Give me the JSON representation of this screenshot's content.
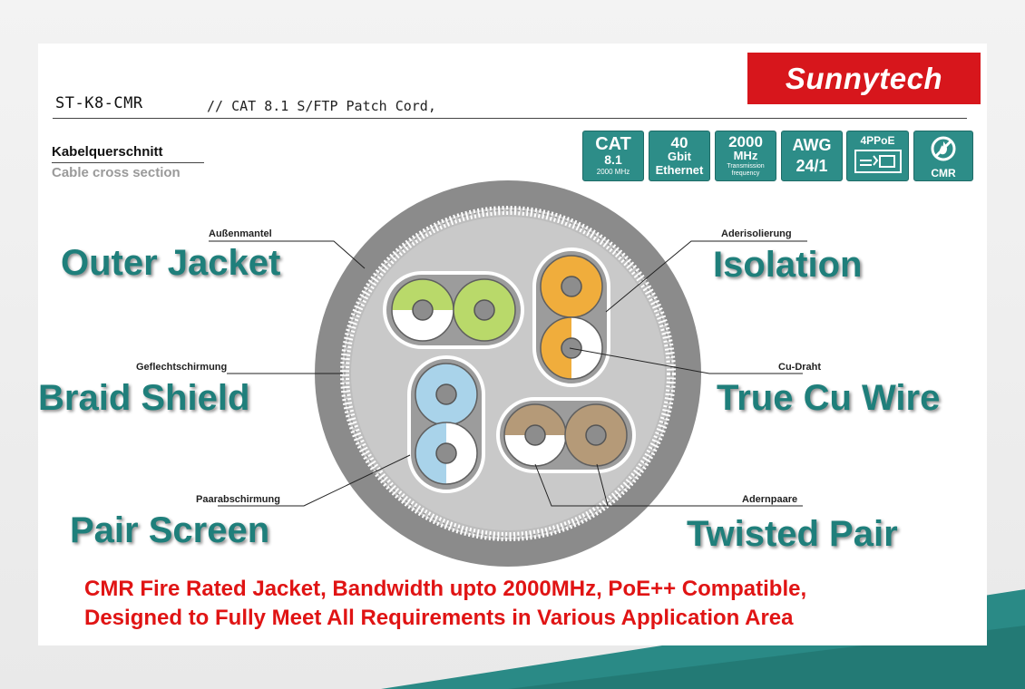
{
  "header": {
    "model": "ST-K8-CMR",
    "description": "//  CAT 8.1 S/FTP Patch Cord,",
    "logo": "Sunnytech"
  },
  "section": {
    "title_de": "Kabelquerschnitt",
    "title_en": "Cable cross section"
  },
  "badges": [
    {
      "line1": "CAT",
      "line2": "8.1",
      "line3": "2000 MHz"
    },
    {
      "line1": "40",
      "line2": "Gbit",
      "line3": "Ethernet"
    },
    {
      "line1": "2000",
      "line2": "MHz",
      "line3": "Transmission frequency"
    },
    {
      "line1": "AWG",
      "line2": "24/1"
    },
    {
      "line1": "4PPoE",
      "icon": "poe-connector-icon"
    },
    {
      "line1": "CMR",
      "icon": "no-fire-icon"
    }
  ],
  "labels": {
    "outer_jacket_de": "Außenmantel",
    "outer_jacket_en": "Outer Jacket",
    "isolation_de": "Aderisolierung",
    "isolation_en": "Isolation",
    "braid_de": "Geflechtschirmung",
    "braid_en": "Braid Shield",
    "cu_de": "Cu-Draht",
    "cu_en": "True Cu Wire",
    "pair_screen_de": "Paarabschirmung",
    "pair_screen_en": "Pair Screen",
    "twisted_de": "Adernpaare",
    "twisted_en": "Twisted Pair"
  },
  "footer": {
    "line1": "CMR Fire Rated Jacket, Bandwidth upto 2000MHz, PoE++ Compatible,",
    "line2": "Designed to Fully Meet All Requirements in Various Application Area"
  },
  "colors": {
    "teal": "#2d8d88",
    "brand_red": "#d7161c",
    "label_teal": "#1f7f7b",
    "footer_red": "#e01414",
    "green_pair": "#b9d96a",
    "orange_pair": "#f0ad3c",
    "blue_pair": "#a9d3ea",
    "brown_pair": "#b59a78"
  }
}
